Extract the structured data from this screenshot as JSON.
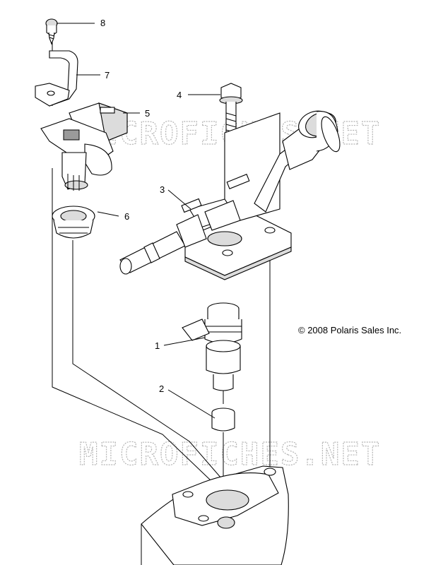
{
  "copyright": "© 2008 Polaris Sales Inc.",
  "watermark": "MICROFICHES.NET",
  "callouts": [
    "1",
    "2",
    "3",
    "4",
    "5",
    "6",
    "7",
    "8"
  ],
  "parts": [
    "screw",
    "bracket",
    "map-sensor",
    "grommet",
    "fuel-rail",
    "bolt",
    "fuel-injector",
    "injector-seal",
    "throttle-body"
  ]
}
